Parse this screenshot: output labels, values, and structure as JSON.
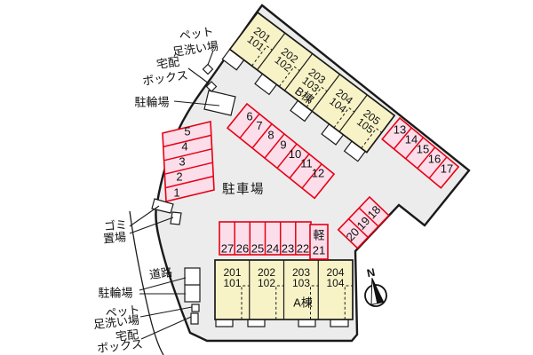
{
  "colors": {
    "building_fill": "#f7f3c6",
    "stall_fill": "#fbdeea",
    "stall_border": "#e60014",
    "ground": "#ececec",
    "outline": "#1a1a1a"
  },
  "labels": {
    "parking_area": "駐車場",
    "road": "道路",
    "kei": "軽",
    "compass_north": "N",
    "bicycle_top": "駐輪場",
    "bicycle_bottom": "駐輪場",
    "pet_wash_top": {
      "line1": "ペット",
      "line2": "足洗い場"
    },
    "pet_wash_bottom": {
      "line1": "ペット",
      "line2": "足洗い場"
    },
    "delivery_box_top": {
      "line1": "宅配",
      "line2": "ボックス"
    },
    "delivery_box_bottom": {
      "line1": "宅配",
      "line2": "ボックス"
    },
    "garbage": {
      "line1": "ゴミ",
      "line2": "置場"
    }
  },
  "buildings": {
    "b": {
      "name": "B棟",
      "units": [
        {
          "upper": "201",
          "lower": "101"
        },
        {
          "upper": "202",
          "lower": "102"
        },
        {
          "upper": "203",
          "lower": "103"
        },
        {
          "upper": "204",
          "lower": "104"
        },
        {
          "upper": "205",
          "lower": "105"
        }
      ]
    },
    "a": {
      "name": "A棟",
      "units": [
        {
          "upper": "201",
          "lower": "101"
        },
        {
          "upper": "202",
          "lower": "102"
        },
        {
          "upper": "203",
          "lower": "103"
        },
        {
          "upper": "204",
          "lower": "104"
        }
      ]
    }
  },
  "parking": {
    "left_column": [
      "5",
      "4",
      "3",
      "2",
      "1"
    ],
    "center_row": [
      "6",
      "7",
      "8",
      "9",
      "10",
      "11",
      "12"
    ],
    "northeast_row": [
      "13",
      "14",
      "15",
      "16",
      "17"
    ],
    "east_row": [
      "18",
      "19",
      "20"
    ],
    "south_row": [
      "27",
      "26",
      "25",
      "24",
      "23",
      "22"
    ],
    "kei_stall": "21"
  }
}
